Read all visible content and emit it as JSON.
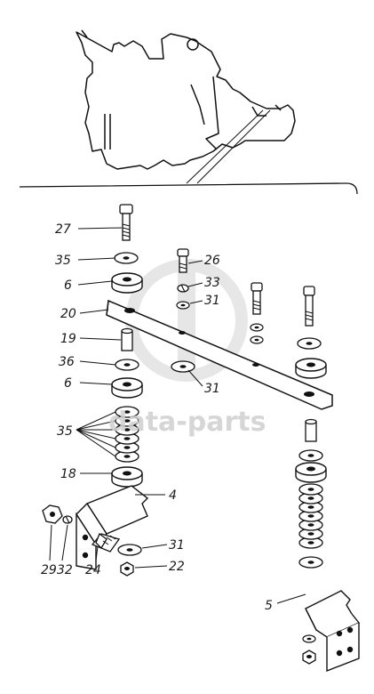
{
  "watermark": {
    "text": "data-parts"
  },
  "labels": {
    "l27": "27",
    "l35a": "35",
    "l6a": "6",
    "l20": "20",
    "l19": "19",
    "l36": "36",
    "l6b": "6",
    "l35b": "35",
    "l18": "18",
    "l4": "4",
    "l26": "26",
    "l33": "33",
    "l31a": "31",
    "l31b": "31",
    "l31c": "31",
    "l29": "29",
    "l32": "32",
    "l24": "24",
    "l22": "22",
    "l5": "5"
  }
}
